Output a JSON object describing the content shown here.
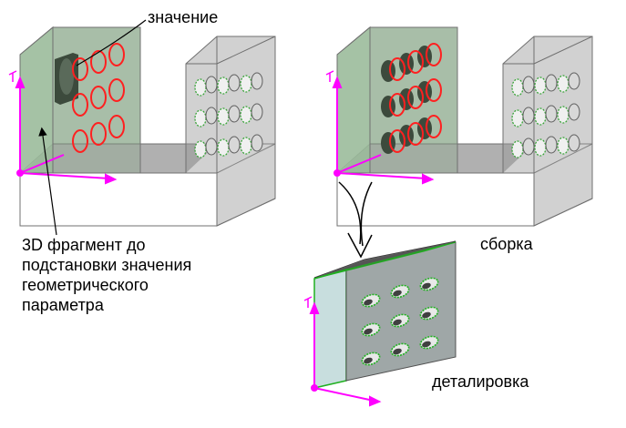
{
  "labels": {
    "value": "значение",
    "fragment_line1": "3D фрагмент до",
    "fragment_line2": "подстановки значения",
    "fragment_line3": "геометрического",
    "fragment_line4": "параметра",
    "assembly": "сборка",
    "detailing": "деталировка"
  },
  "colors": {
    "axis": "#ff00ff",
    "hole_edge_red": "#ff2020",
    "hole_edge_green": "#20b020",
    "plate_front": "#9fbf9f",
    "frame_gray": "#b8b8b8"
  }
}
